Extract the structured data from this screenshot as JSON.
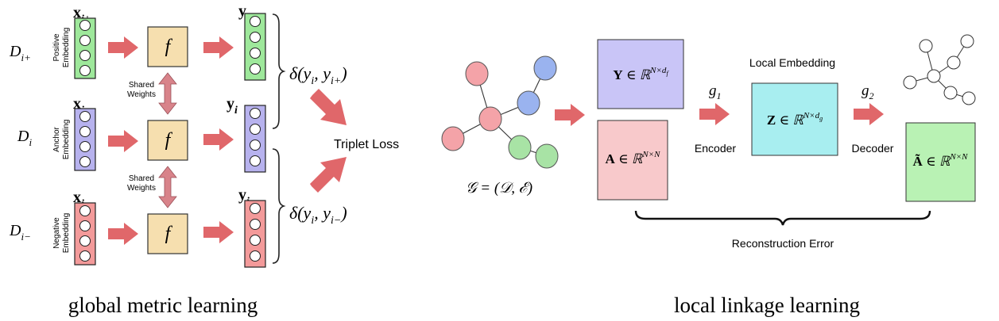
{
  "colors": {
    "positive": "#9ee89b",
    "anchor": "#b7b2ee",
    "negative": "#f39a9a",
    "f_box": "#f6dfaf",
    "arrow": "#e0676a",
    "y_matrix": "#c9c5f7",
    "a_matrix": "#f8c9cb",
    "z_matrix": "#a8eef0",
    "a_tilde_matrix": "#b9f2b4",
    "node_red": "#f4a3a8",
    "node_blue": "#9ab3ef",
    "node_green": "#a8e3a5"
  },
  "global": {
    "caption": "global metric learning",
    "rows": {
      "positive": {
        "d": "D",
        "d_sub": "i+",
        "x": "x",
        "x_sub": "i+",
        "y": "y",
        "y_sub": "i+",
        "embedding_line1": "Positive",
        "embedding_line2": "Embedding",
        "f": "f"
      },
      "anchor": {
        "d": "D",
        "d_sub": "i",
        "x": "x",
        "x_sub": "i",
        "y": "y",
        "y_sub": "i",
        "embedding_line1": "Anchor",
        "embedding_line2": "Embedding",
        "f": "f"
      },
      "negative": {
        "d": "D",
        "d_sub": "i−",
        "x": "x",
        "x_sub": "i−",
        "y": "y",
        "y_sub": "i−",
        "embedding_line1": "Negative",
        "embedding_line2": "Embedding",
        "f": "f"
      }
    },
    "shared_weights_1": {
      "line1": "Shared",
      "line2": "Weights"
    },
    "shared_weights_2": {
      "line1": "Shared",
      "line2": "Weights"
    },
    "delta_positive": "δ(y",
    "delta_positive_sub1": "i",
    "delta_positive_mid": ", y",
    "delta_positive_sub2": "i+",
    "delta_negative": "δ(y",
    "delta_negative_sub1": "i",
    "delta_negative_mid": ", y",
    "delta_negative_sub2": "i−",
    "triplet_loss": "Triplet Loss"
  },
  "local": {
    "caption": "local linkage learning",
    "graph_label": "𝒢 = (𝒟, ℰ)",
    "y_matrix": {
      "bold": "Y",
      "rest": " ∈ ℝ",
      "sup": "N×d",
      "sup_sub": "f"
    },
    "a_matrix": {
      "bold": "A",
      "rest": " ∈ ℝ",
      "sup": "N×N"
    },
    "z_matrix": {
      "bold": "Z",
      "rest": " ∈ ℝ",
      "sup": "N×d",
      "sup_sub": "g"
    },
    "a_tilde_matrix": {
      "bold": "Ã",
      "rest": " ∈ ℝ",
      "sup": "N×N"
    },
    "g1": {
      "letter": "g",
      "sub": "1"
    },
    "g2": {
      "letter": "g",
      "sub": "2"
    },
    "local_embedding": "Local Embedding",
    "encoder": "Encoder",
    "decoder": "Decoder",
    "reconstruction_error": "Reconstruction Error"
  }
}
